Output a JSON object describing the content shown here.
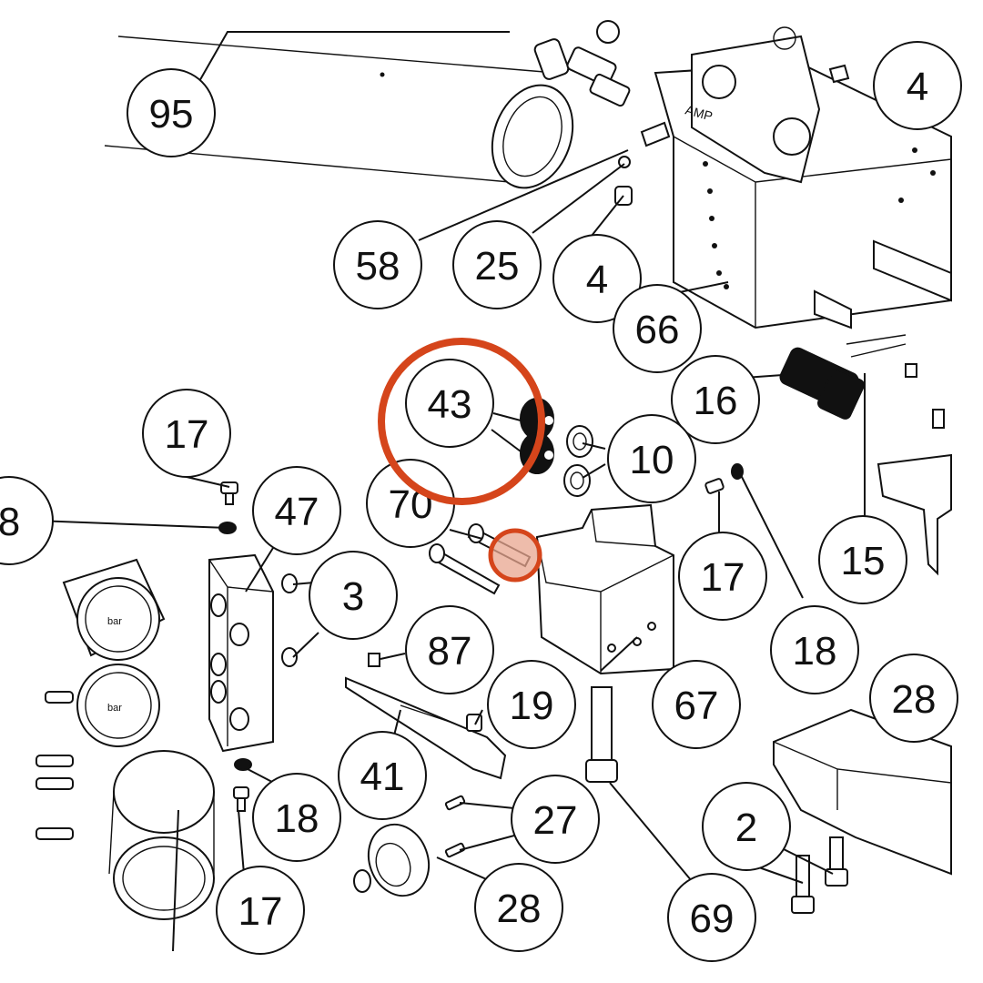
{
  "colors": {
    "ink": "#111111",
    "highlight": "#d5451b",
    "highlight_fill": "#e8a58f",
    "background": "#ffffff"
  },
  "labels": {
    "c95": "95",
    "c4a": "4",
    "c58": "58",
    "c25": "25",
    "c4b": "4",
    "c66": "66",
    "c43": "43",
    "c16": "16",
    "c10": "10",
    "c17a": "17",
    "c47": "47",
    "c70": "70",
    "c17b": "17",
    "c15": "15",
    "c8": "8",
    "c3": "3",
    "c87": "87",
    "c18a": "18",
    "c19": "19",
    "c67": "67",
    "c28a": "28",
    "c41": "41",
    "c27": "27",
    "c18b": "18",
    "c2": "2",
    "c28b": "28",
    "c17c": "17",
    "c69": "69"
  },
  "gauge_marks": {
    "unit": "bar"
  }
}
